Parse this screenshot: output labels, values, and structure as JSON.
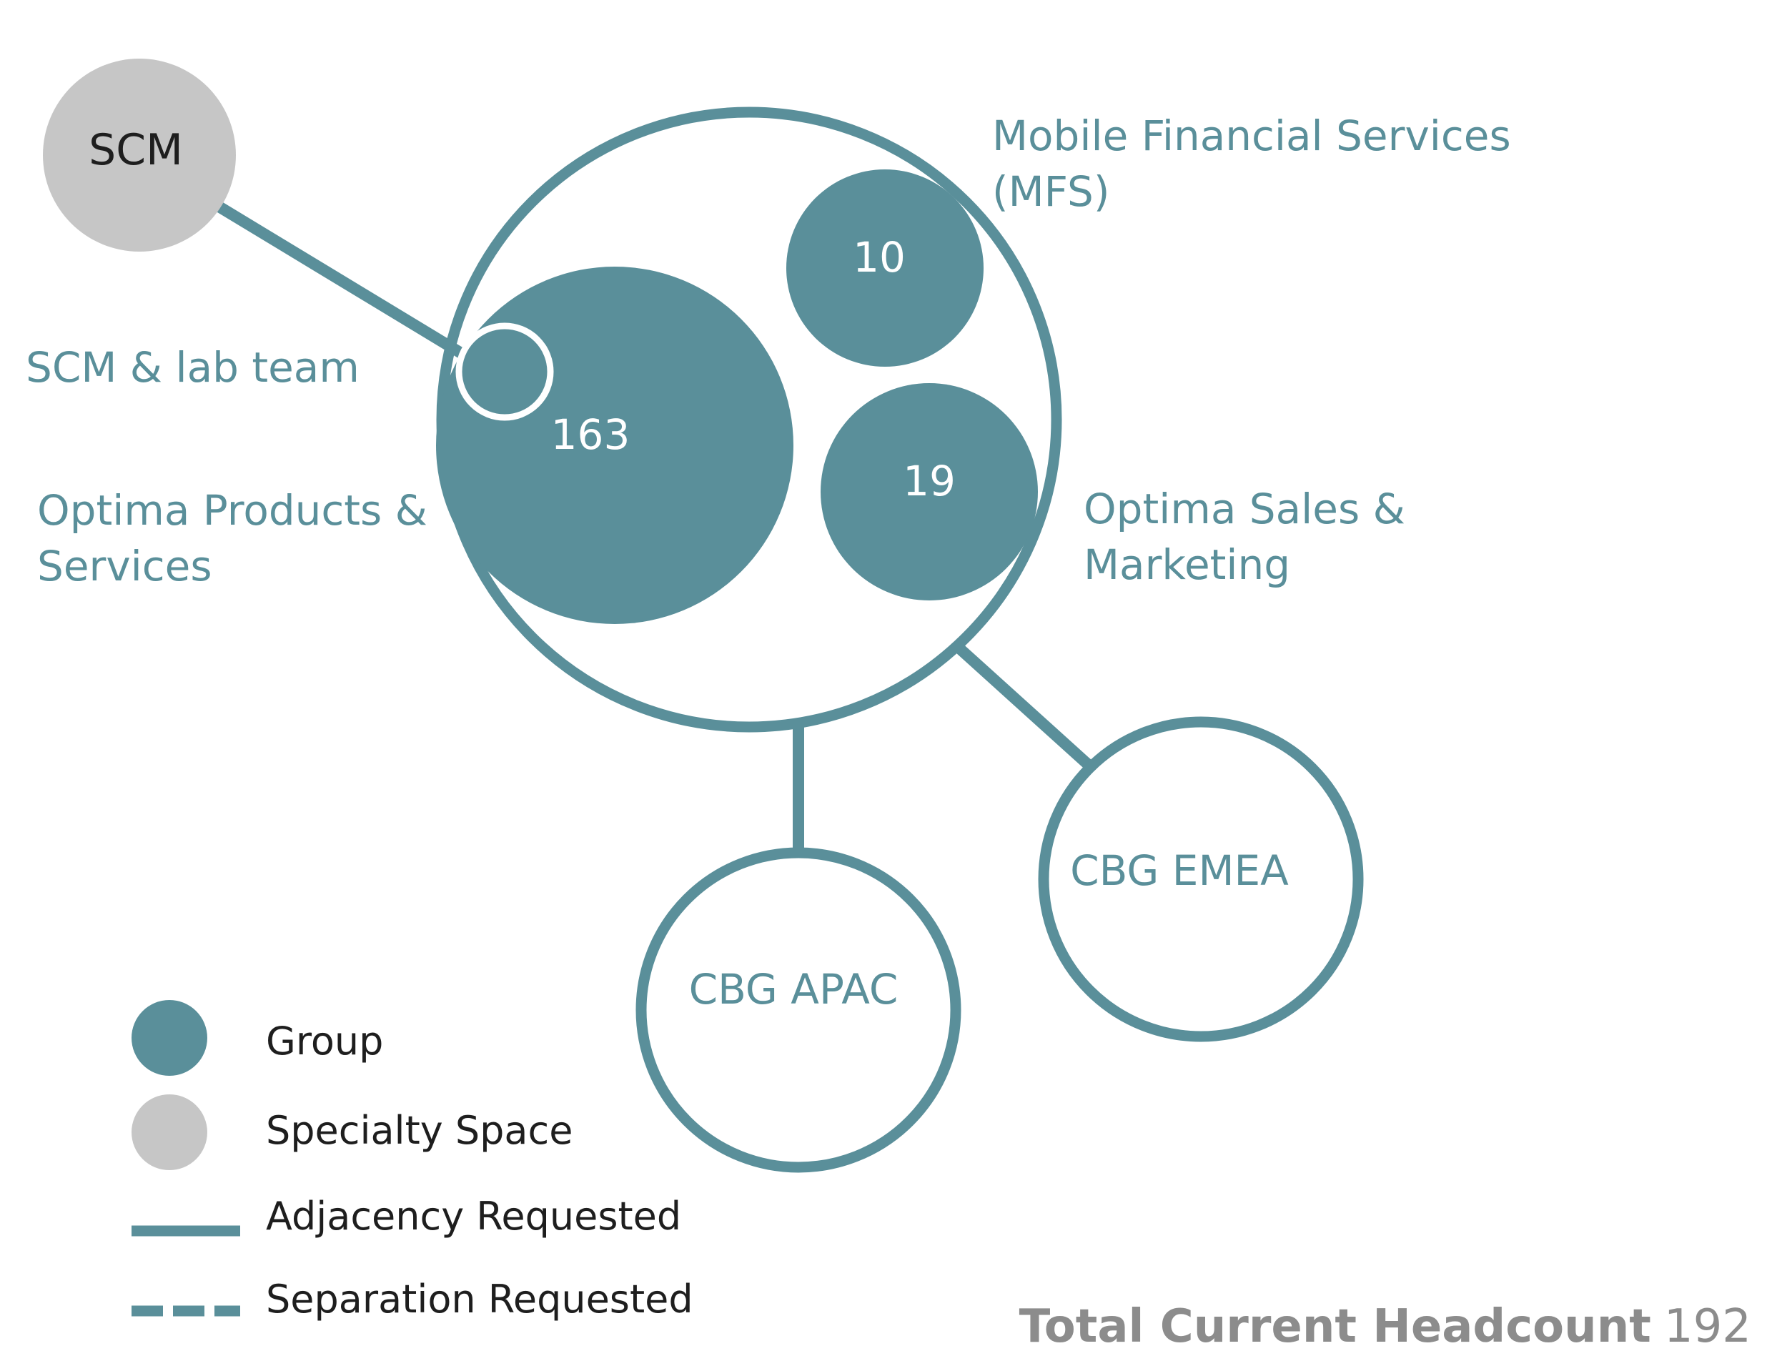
{
  "colors": {
    "group": "#5a8f9a",
    "specialty": "#c6c6c6",
    "dark_text": "#1e1e1e",
    "total_text": "#8c8c8c",
    "background": "#ffffff"
  },
  "nodes": {
    "scm": {
      "label": "SCM"
    },
    "mfs": {
      "count": "10",
      "label_line1": "Mobile Financial Services",
      "label_line2": "(MFS)"
    },
    "optima_products": {
      "count": "163",
      "label_line1": "Optima Products &",
      "label_line2": "Services"
    },
    "optima_sales": {
      "count": "19",
      "label_line1": "Optima Sales &",
      "label_line2": "Marketing"
    },
    "scm_lab": {
      "label": "SCM & lab team"
    },
    "cbg_apac": {
      "label": "CBG APAC"
    },
    "cbg_emea": {
      "label": "CBG EMEA"
    }
  },
  "legend": {
    "group": "Group",
    "specialty": "Specialty Space",
    "adjacency": "Adjacency Requested",
    "separation": "Separation Requested"
  },
  "total": {
    "label": "Total Current Headcount",
    "value": "192"
  }
}
